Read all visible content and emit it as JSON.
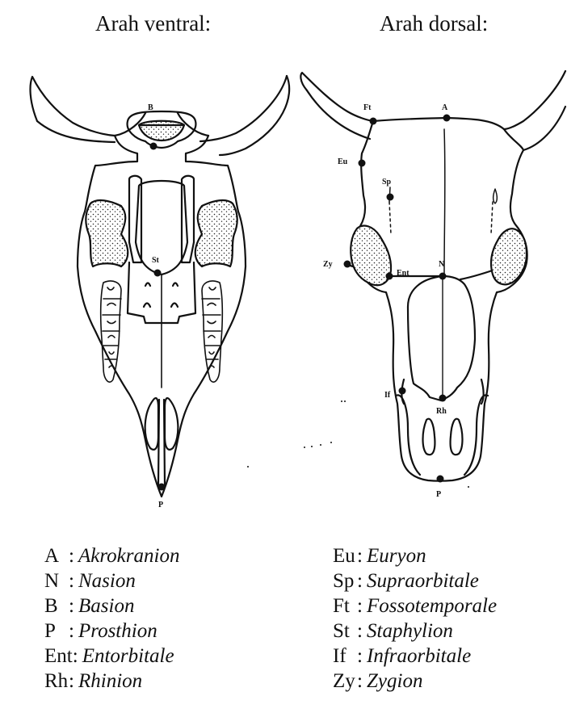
{
  "headings": {
    "ventral": "Arah ventral:",
    "dorsal": "Arah dorsal:"
  },
  "figure_labels": {
    "ventral": {
      "B": "B",
      "St": "St",
      "P": "P"
    },
    "dorsal": {
      "Ft": "Ft",
      "A": "A",
      "Eu": "Eu",
      "Sp": "Sp",
      "Zy": "Zy",
      "Ent": "Ent",
      "N": "N",
      "If": "If",
      "Rh": "Rh",
      "P": "P"
    }
  },
  "legend_left": [
    {
      "code": "A",
      "sep": ":",
      "term": "Akrokranion"
    },
    {
      "code": "N",
      "sep": ":",
      "term": "Nasion"
    },
    {
      "code": "B",
      "sep": ":",
      "term": "Basion"
    },
    {
      "code": "P",
      "sep": ":",
      "term": "Prosthion"
    },
    {
      "code": "Ent",
      "sep": ":",
      "term": "Entorbitale"
    },
    {
      "code": "Rh",
      "sep": ":",
      "term": "Rhinion"
    }
  ],
  "legend_right": [
    {
      "code": "Eu",
      "sep": ":",
      "term": "Euryon"
    },
    {
      "code": "Sp",
      "sep": ":",
      "term": "Supraorbitale"
    },
    {
      "code": "Ft",
      "sep": ":",
      "term": "Fossotemporale"
    },
    {
      "code": "St",
      "sep": ":",
      "term": "Staphylion"
    },
    {
      "code": "If",
      "sep": ":",
      "term": "Infraorbitale"
    },
    {
      "code": "Zy",
      "sep": ":",
      "term": "Zygion"
    }
  ]
}
